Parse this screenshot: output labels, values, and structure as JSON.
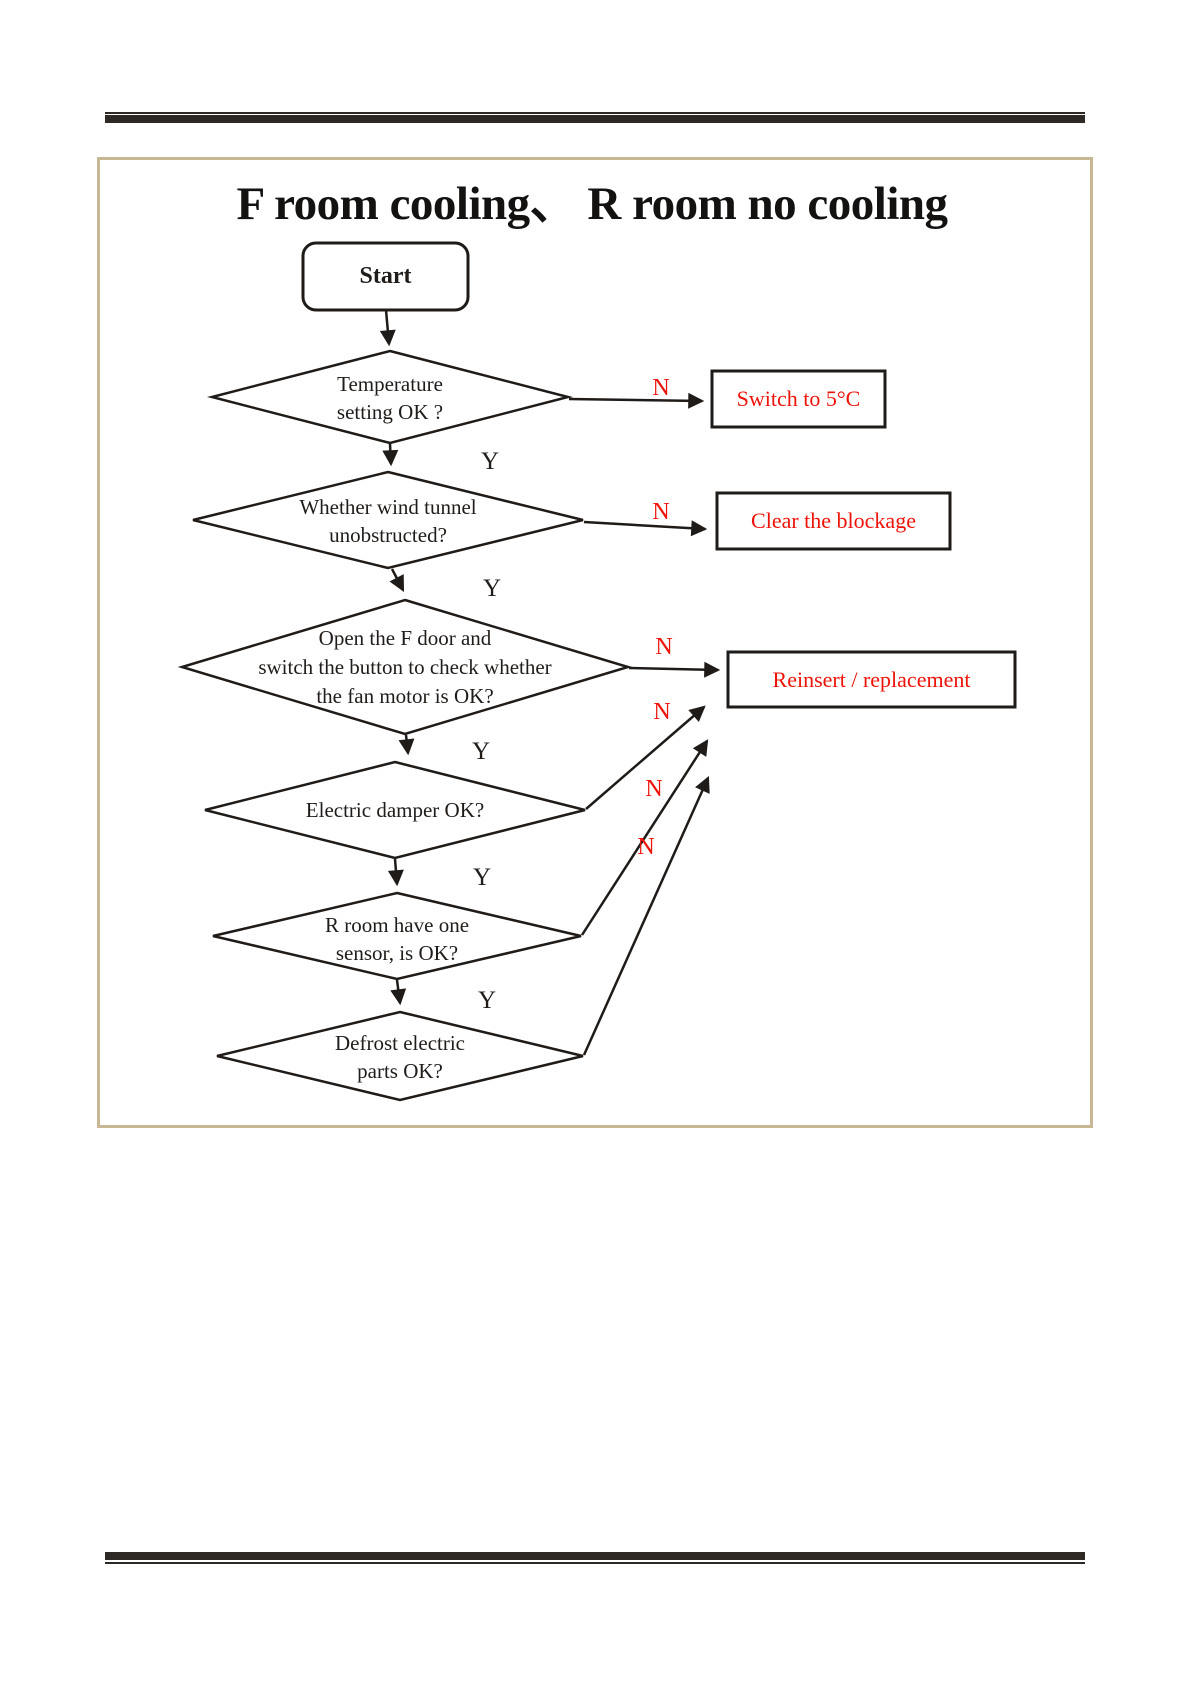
{
  "page": {
    "background": "#ffffff",
    "rule_color": "#2e2925",
    "frame_border_color": "#c8b795",
    "ink_color": "#1f1b18",
    "alert_color": "#ee1309"
  },
  "flowchart": {
    "title": "F room cooling、 R room no cooling",
    "start": {
      "label": "Start"
    },
    "branch_labels": {
      "yes": "Y",
      "no": "N"
    },
    "decisions": [
      {
        "id": "temperature",
        "lines": [
          "Temperature",
          "setting OK ?"
        ]
      },
      {
        "id": "wind-tunnel",
        "lines": [
          "Whether wind tunnel",
          "unobstructed?"
        ]
      },
      {
        "id": "fan-motor",
        "lines": [
          "Open the F door and",
          "switch the button to check whether",
          "the fan motor is OK?"
        ]
      },
      {
        "id": "electric-damper",
        "lines": [
          "Electric damper OK?"
        ]
      },
      {
        "id": "r-room-sensor",
        "lines": [
          "R room have one",
          "sensor, is OK?"
        ]
      },
      {
        "id": "defrost-parts",
        "lines": [
          "Defrost electric",
          "parts OK?"
        ]
      }
    ],
    "actions": [
      {
        "id": "switch-5c",
        "label": "Switch to 5°C"
      },
      {
        "id": "clear-blockage",
        "label": "Clear the blockage"
      },
      {
        "id": "reinsert",
        "label": "Reinsert / replacement"
      }
    ]
  }
}
